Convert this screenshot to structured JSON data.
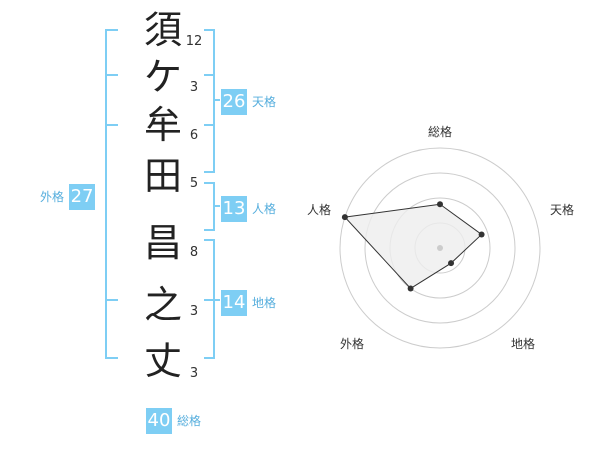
{
  "name_chars": [
    {
      "char": "須",
      "strokes": "12"
    },
    {
      "char": "ケ",
      "strokes": "3"
    },
    {
      "char": "牟",
      "strokes": "6"
    },
    {
      "char": "田",
      "strokes": "5"
    },
    {
      "char": "昌",
      "strokes": "8"
    },
    {
      "char": "之",
      "strokes": "3"
    },
    {
      "char": "丈",
      "strokes": "3"
    }
  ],
  "kaku": {
    "tenkaku": {
      "value": "26",
      "label": "天格"
    },
    "jinkaku": {
      "value": "13",
      "label": "人格"
    },
    "chikaku": {
      "value": "14",
      "label": "地格"
    },
    "gaikaku": {
      "value": "27",
      "label": "外格"
    },
    "soukaku": {
      "value": "40",
      "label": "総格"
    }
  },
  "radar": {
    "axes": [
      "総格",
      "天格",
      "地格",
      "外格",
      "人格"
    ],
    "levels": [
      1,
      2,
      3,
      4
    ],
    "values": [
      1.75,
      1.75,
      0.75,
      2.0,
      4.0
    ],
    "max": 4,
    "colors": {
      "grid": "#cccccc",
      "fill": "#eeeeee",
      "line": "#333333",
      "dot": "#333333"
    }
  },
  "colors": {
    "accent": "#7ecef4",
    "label": "#56aedd",
    "bracket": "#7ecef4"
  }
}
